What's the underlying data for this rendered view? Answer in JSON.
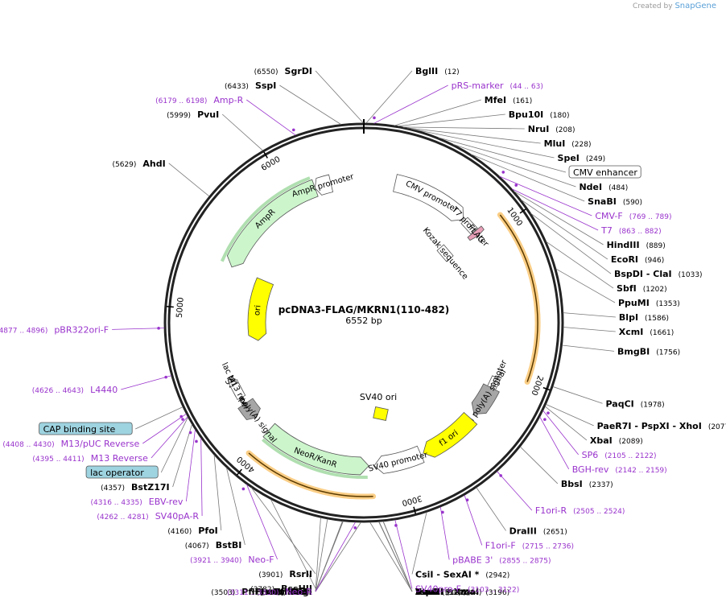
{
  "credit": {
    "prefix": "Created by",
    "brand": "SnapGene"
  },
  "plasmid": {
    "name": "pcDNA3-FLAG/MKRN1(110-482)",
    "size": "6552 bp",
    "length": 6552
  },
  "colors": {
    "primer": "#9933cc",
    "site": "#000000",
    "ring": "#222222",
    "ampr": "#ccf5cc",
    "neo": "#ccf5cc",
    "ori": "#ffff00",
    "promoter": "#ffffff",
    "polyA": "#a6a6a6",
    "orfHighlight": "#f5a623",
    "cap": "#9ed3e0",
    "flag": "#e8a0b8"
  },
  "ticks": [
    {
      "pos": 1000,
      "label": "1000"
    },
    {
      "pos": 2000,
      "label": "2000"
    },
    {
      "pos": 3000,
      "label": "3000"
    },
    {
      "pos": 4000,
      "label": "4000"
    },
    {
      "pos": 5000,
      "label": "5000"
    },
    {
      "pos": 6000,
      "label": "6000"
    }
  ],
  "sites": [
    {
      "name": "SgrDI",
      "pos": 6550,
      "label": "(6550)",
      "side": "L"
    },
    {
      "name": "BglII",
      "pos": 12,
      "label": "(12)",
      "side": "R"
    },
    {
      "name": "SspI",
      "pos": 6433,
      "label": "(6433)",
      "side": "L"
    },
    {
      "name": "MfeI",
      "pos": 161,
      "label": "(161)",
      "side": "R"
    },
    {
      "name": "Bpu10I",
      "pos": 180,
      "label": "(180)",
      "side": "R"
    },
    {
      "name": "NruI",
      "pos": 208,
      "label": "(208)",
      "side": "R"
    },
    {
      "name": "MluI",
      "pos": 228,
      "label": "(228)",
      "side": "R"
    },
    {
      "name": "SpeI",
      "pos": 249,
      "label": "(249)",
      "side": "R"
    },
    {
      "name": "PvuI",
      "pos": 5999,
      "label": "(5999)",
      "side": "L"
    },
    {
      "name": "NdeI",
      "pos": 484,
      "label": "(484)",
      "side": "R"
    },
    {
      "name": "SnaBI",
      "pos": 590,
      "label": "(590)",
      "side": "R"
    },
    {
      "name": "AhdI",
      "pos": 5629,
      "label": "(5629)",
      "side": "L"
    },
    {
      "name": "HindIII",
      "pos": 889,
      "label": "(889)",
      "side": "R"
    },
    {
      "name": "EcoRI",
      "pos": 946,
      "label": "(946)",
      "side": "R"
    },
    {
      "name": "BspDI - ClaI",
      "pos": 1033,
      "label": "(1033)",
      "side": "R"
    },
    {
      "name": "SbfI",
      "pos": 1202,
      "label": "(1202)",
      "side": "R"
    },
    {
      "name": "PpuMI",
      "pos": 1353,
      "label": "(1353)",
      "side": "R"
    },
    {
      "name": "BlpI",
      "pos": 1586,
      "label": "(1586)",
      "side": "R"
    },
    {
      "name": "XcmI",
      "pos": 1661,
      "label": "(1661)",
      "side": "R"
    },
    {
      "name": "BmgBI",
      "pos": 1756,
      "label": "(1756)",
      "side": "R"
    },
    {
      "name": "PaqCI",
      "pos": 1978,
      "label": "(1978)",
      "side": "R"
    },
    {
      "name": "PaeR7I - PspXI - XhoI",
      "pos": 2077,
      "label": "(2077)",
      "side": "R"
    },
    {
      "name": "XbaI",
      "pos": 2089,
      "label": "(2089)",
      "side": "R"
    },
    {
      "name": "BbsI",
      "pos": 2337,
      "label": "(2337)",
      "side": "R"
    },
    {
      "name": "DraIII",
      "pos": 2651,
      "label": "(2651)",
      "side": "R"
    },
    {
      "name": "CsiI - SexAI *",
      "pos": 2942,
      "label": "(2942)",
      "side": "R"
    },
    {
      "name": "StuI",
      "pos": 3174,
      "label": "(3174)",
      "side": "R"
    },
    {
      "name": "AvrII",
      "pos": 3175,
      "label": "(3175)",
      "side": "R"
    },
    {
      "name": "TspMI - XmaI",
      "pos": 3196,
      "label": "(3196)",
      "side": "R"
    },
    {
      "name": "SmaI",
      "pos": 3198,
      "label": "(3198)",
      "side": "R"
    },
    {
      "name": "BsaBI *",
      "pos": 3244,
      "label": "(3244)",
      "side": "R"
    },
    {
      "name": "EagI",
      "pos": 3291,
      "label": "(3291)",
      "side": "L"
    },
    {
      "name": "KasI",
      "pos": 3384,
      "label": "(3384)",
      "side": "L"
    },
    {
      "name": "NarI",
      "pos": 3385,
      "label": "(3385)",
      "side": "L"
    },
    {
      "name": "SfoI",
      "pos": 3386,
      "label": "(3386)",
      "side": "L"
    },
    {
      "name": "PluTI",
      "pos": 3388,
      "label": "(3388)",
      "side": "L"
    },
    {
      "name": "MscI",
      "pos": 3467,
      "label": "(3467)",
      "side": "L"
    },
    {
      "name": "PflFI - Tth111I",
      "pos": 3503,
      "label": "(3503)",
      "side": "L"
    },
    {
      "name": "BssHII",
      "pos": 3782,
      "label": "(3782)",
      "side": "L"
    },
    {
      "name": "RsrII",
      "pos": 3901,
      "label": "(3901)",
      "side": "L"
    },
    {
      "name": "BstBI",
      "pos": 4067,
      "label": "(4067)",
      "side": "L"
    },
    {
      "name": "PfoI",
      "pos": 4160,
      "label": "(4160)",
      "side": "L"
    },
    {
      "name": "BstZ17I",
      "pos": 4357,
      "label": "(4357)",
      "side": "L"
    }
  ],
  "primers": [
    {
      "name": "pRS-marker",
      "range": "(44 .. 63)",
      "pos": 53,
      "side": "R"
    },
    {
      "name": "Amp-R",
      "range": "(6179 .. 6198)",
      "pos": 6188,
      "side": "L"
    },
    {
      "name": "CMV-F",
      "range": "(769 .. 789)",
      "pos": 779,
      "side": "R"
    },
    {
      "name": "T7",
      "range": "(863 .. 882)",
      "pos": 872,
      "side": "R"
    },
    {
      "name": "SP6",
      "range": "(2105 .. 2122)",
      "pos": 2113,
      "side": "R"
    },
    {
      "name": "BGH-rev",
      "range": "(2142 .. 2159)",
      "pos": 2150,
      "side": "R"
    },
    {
      "name": "F1ori-R",
      "range": "(2505 .. 2524)",
      "pos": 2514,
      "side": "R"
    },
    {
      "name": "F1ori-F",
      "range": "(2715 .. 2736)",
      "pos": 2725,
      "side": "R"
    },
    {
      "name": "pBABE 3'",
      "range": "(2855 .. 2875)",
      "pos": 2865,
      "side": "R"
    },
    {
      "name": "SV40pro-F",
      "range": "(3103 .. 3122)",
      "pos": 3112,
      "side": "R"
    },
    {
      "name": "Neo-R",
      "range": "(3311 .. 3330)",
      "pos": 3320,
      "side": "L"
    },
    {
      "name": "Neo-F",
      "range": "(3921 .. 3940)",
      "pos": 3930,
      "side": "L"
    },
    {
      "name": "SV40pA-R",
      "range": "(4262 .. 4281)",
      "pos": 4271,
      "side": "L"
    },
    {
      "name": "EBV-rev",
      "range": "(4316 .. 4335)",
      "pos": 4325,
      "side": "L"
    },
    {
      "name": "M13 Reverse",
      "range": "(4395 .. 4411)",
      "pos": 4403,
      "side": "L"
    },
    {
      "name": "M13/pUC Reverse",
      "range": "(4408 .. 4430)",
      "pos": 4419,
      "side": "L"
    },
    {
      "name": "L4440",
      "range": "(4626 .. 4643)",
      "pos": 4634,
      "side": "L"
    },
    {
      "name": "pBR322ori-F",
      "range": "(4877 .. 4896)",
      "pos": 4886,
      "side": "L"
    }
  ],
  "boxedLabels": [
    {
      "name": "CMV enhancer",
      "pos": 400,
      "fill": "#ffffff",
      "side": "R"
    },
    {
      "name": "CAP binding site",
      "pos": 4460,
      "fill": "#9ed3e0",
      "side": "L"
    },
    {
      "name": "lac operator",
      "pos": 4400,
      "fill": "#9ed3e0",
      "side": "L"
    }
  ],
  "features": [
    {
      "name": "AmpR",
      "start": 5330,
      "end": 6190,
      "dir": -1,
      "track": 1,
      "fill": "#ccf5cc",
      "highlight": "#3a8a1a"
    },
    {
      "name": "AmpR promoter",
      "start": 6190,
      "end": 6310,
      "dir": -1,
      "track": 1,
      "fill": "#ffffff"
    },
    {
      "name": "ori",
      "start": 4740,
      "end": 5330,
      "dir": -1,
      "track": 2,
      "fill": "#ffff00"
    },
    {
      "name": "CMV promoter",
      "start": 230,
      "end": 800,
      "dir": 1,
      "track": 1,
      "fill": "#ffffff"
    },
    {
      "name": "T7 promoter",
      "start": 863,
      "end": 882,
      "dir": 1,
      "track": 1,
      "fill": "#ffffff"
    },
    {
      "name": "FLAG",
      "start": 920,
      "end": 960,
      "dir": 1,
      "track": 1,
      "fill": "#e8a0b8"
    },
    {
      "name": "Kozak sequence",
      "start": 900,
      "end": 910,
      "dir": 1,
      "track": 2,
      "fill": "#ffffff"
    },
    {
      "name": "SP6 promoter",
      "start": 2100,
      "end": 2120,
      "dir": -1,
      "track": 1,
      "fill": "#ffffff"
    },
    {
      "name": "bGH poly(A) signal",
      "start": 2130,
      "end": 2360,
      "dir": 1,
      "track": 1,
      "fill": "#a6a6a6"
    },
    {
      "name": "f1 ori",
      "start": 2400,
      "end": 2830,
      "dir": 1,
      "track": 1,
      "fill": "#ffff00"
    },
    {
      "name": "SV40 promoter",
      "start": 2850,
      "end": 3200,
      "dir": 1,
      "track": 1,
      "fill": "#ffffff"
    },
    {
      "name": "NeoR/KanR",
      "start": 3240,
      "end": 4030,
      "dir": -1,
      "track": 1,
      "fill": "#ccf5cc",
      "highlight": "#3a8a1a"
    },
    {
      "name": "SV40 poly(A) signal",
      "start": 4160,
      "end": 4290,
      "dir": -1,
      "track": 1,
      "fill": "#a6a6a6"
    },
    {
      "name": "lac promoter",
      "start": 4420,
      "end": 4450,
      "dir": -1,
      "track": 1,
      "fill": "#ffffff"
    },
    {
      "name": "M13 rev",
      "start": 4395,
      "end": 4411,
      "dir": -1,
      "track": 1,
      "fill": "#ffffff"
    }
  ],
  "centerLabels": [
    {
      "name": "SV40 ori"
    }
  ],
  "orfArcs": [
    {
      "start": 940,
      "end": 2000
    },
    {
      "start": 3220,
      "end": 4030
    }
  ]
}
